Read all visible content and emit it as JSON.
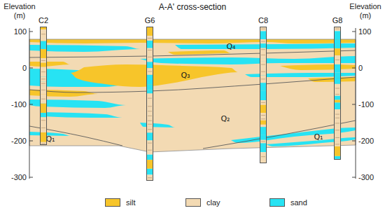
{
  "diagram": {
    "title": "A-A' cross-section",
    "nodes": [
      {
        "text": [
          "C2"
        ]
      },
      {
        "text": [
          "G6"
        ]
      },
      {
        "text": [
          "C8"
        ]
      },
      {
        "text": [
          "G8"
        ]
      }
    ],
    "labels": [
      "Elevation (m)",
      "Elevation (m)",
      "100",
      "0",
      "-100",
      "-200",
      "-300",
      "100",
      "0",
      "-100",
      "-200",
      "-300",
      "Q₄",
      "Q₃",
      "Q₂",
      "Q₁",
      "Q₁"
    ],
    "legend": [
      {
        "text": "silt",
        "color": "#f7c52a"
      },
      {
        "text": "clay",
        "color": "#f3dab3"
      },
      {
        "text": "sand",
        "color": "#27e3f3"
      }
    ]
  }
}
